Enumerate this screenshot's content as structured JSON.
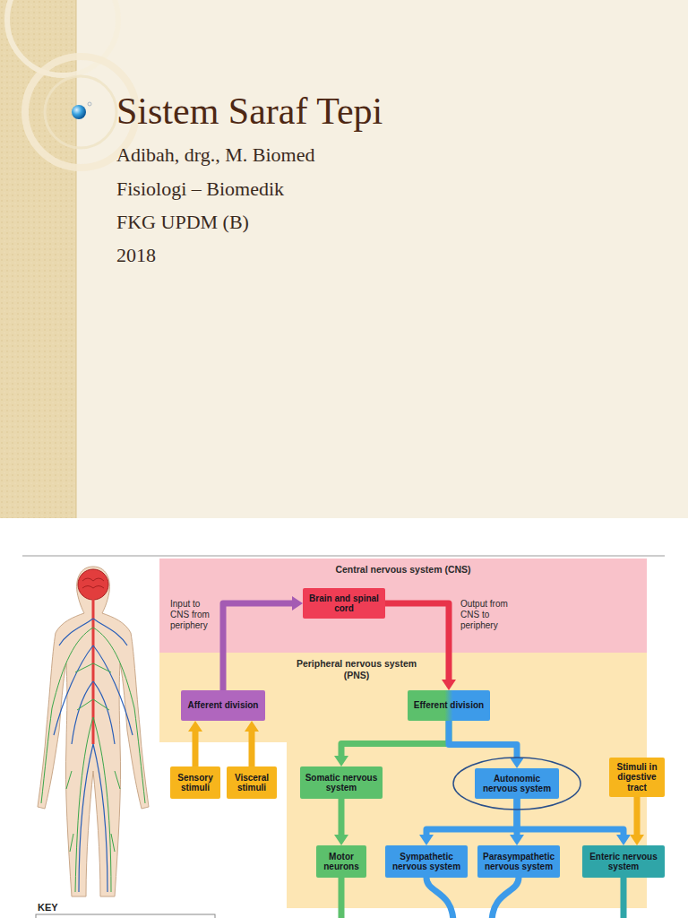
{
  "diagram": {
    "title": "Sistem Saraf Tepi",
    "nodes": [
      {
        "text": [
          "Central nervous system (CNS)"
        ]
      },
      {
        "text": [
          "Brain and spinal cord"
        ],
        "in": 0
      },
      {
        "text": [
          "Peripheral nervous system (PNS)"
        ]
      },
      {
        "text": [
          "Afferent division"
        ],
        "in": 2
      },
      {
        "text": [
          "Efferent division"
        ],
        "in": 2
      },
      {
        "text": [
          "Sensory stimuli"
        ]
      },
      {
        "text": [
          "Visceral stimuli"
        ]
      },
      {
        "text": [
          "Somatic nervous system"
        ],
        "in": 2
      },
      {
        "text": [
          "Autonomic nervous system"
        ],
        "in": 2
      },
      {
        "text": [
          "Stimuli in digestive tract"
        ]
      },
      {
        "text": [
          "Motor neurons"
        ],
        "in": 2
      },
      {
        "text": [
          "Sympathetic nervous system"
        ],
        "in": 2
      },
      {
        "text": [
          "Parasympathetic nervous system"
        ],
        "in": 2
      },
      {
        "text": [
          "Enteric nervous system"
        ],
        "in": 2
      }
    ],
    "edges": [
      {
        "from": 3,
        "to": 1,
        "arrow": "to"
      },
      {
        "from": 1,
        "to": 4,
        "arrow": "to"
      },
      {
        "from": 5,
        "to": 3,
        "arrow": "to"
      },
      {
        "from": 6,
        "to": 3,
        "arrow": "to"
      },
      {
        "from": 4,
        "to": 7,
        "arrow": "to"
      },
      {
        "from": 4,
        "to": 8,
        "arrow": "to"
      },
      {
        "from": 7,
        "to": 10,
        "arrow": "to"
      },
      {
        "from": 8,
        "to": 11,
        "arrow": "to"
      },
      {
        "from": 8,
        "to": 12,
        "arrow": "to"
      },
      {
        "from": 8,
        "to": 13,
        "arrow": "to"
      },
      {
        "from": 9,
        "to": 13,
        "arrow": "to"
      }
    ],
    "labels": [
      "Adibah, drg., M. Biomed",
      "Fisiologi – Biomedik",
      "FKG UPDM (B)",
      "2018",
      "Input to CNS from periphery",
      "Output from CNS to periphery",
      "KEY"
    ]
  }
}
